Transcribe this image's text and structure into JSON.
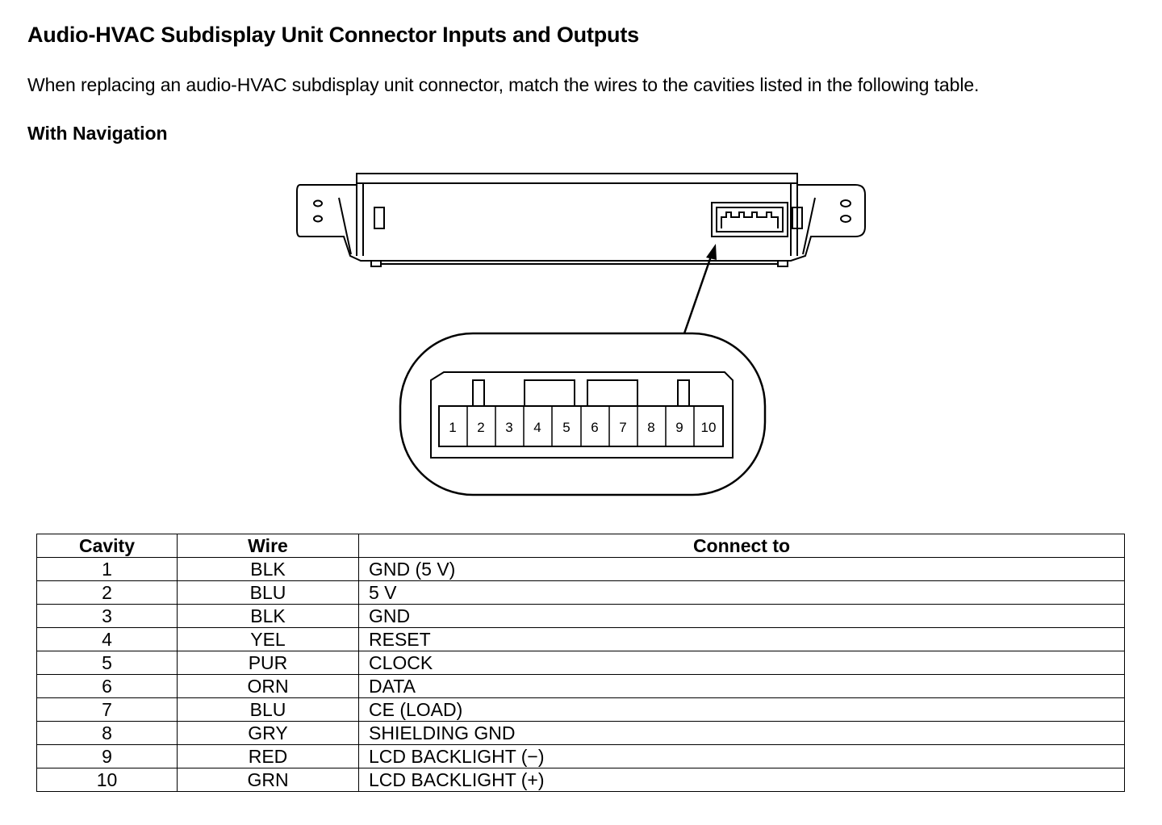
{
  "title": "Audio-HVAC Subdisplay Unit Connector Inputs and Outputs",
  "intro": "When replacing an audio-HVAC subdisplay unit connector, match the wires to the cavities listed in the following table.",
  "subheading": "With Navigation",
  "connector": {
    "terminals": [
      "1",
      "2",
      "3",
      "4",
      "5",
      "6",
      "7",
      "8",
      "9",
      "10"
    ]
  },
  "table": {
    "headers": {
      "cavity": "Cavity",
      "wire": "Wire",
      "connect": "Connect to"
    },
    "rows": [
      {
        "cavity": "1",
        "wire": "BLK",
        "connect": "GND (5 V)"
      },
      {
        "cavity": "2",
        "wire": "BLU",
        "connect": "5 V"
      },
      {
        "cavity": "3",
        "wire": "BLK",
        "connect": "GND"
      },
      {
        "cavity": "4",
        "wire": "YEL",
        "connect": "RESET"
      },
      {
        "cavity": "5",
        "wire": "PUR",
        "connect": "CLOCK"
      },
      {
        "cavity": "6",
        "wire": "ORN",
        "connect": "DATA"
      },
      {
        "cavity": "7",
        "wire": "BLU",
        "connect": "CE (LOAD)"
      },
      {
        "cavity": "8",
        "wire": "GRY",
        "connect": "SHIELDING GND"
      },
      {
        "cavity": "9",
        "wire": "RED",
        "connect": "LCD BACKLIGHT (−)"
      },
      {
        "cavity": "10",
        "wire": "GRN",
        "connect": "LCD BACKLIGHT (+)"
      }
    ]
  }
}
